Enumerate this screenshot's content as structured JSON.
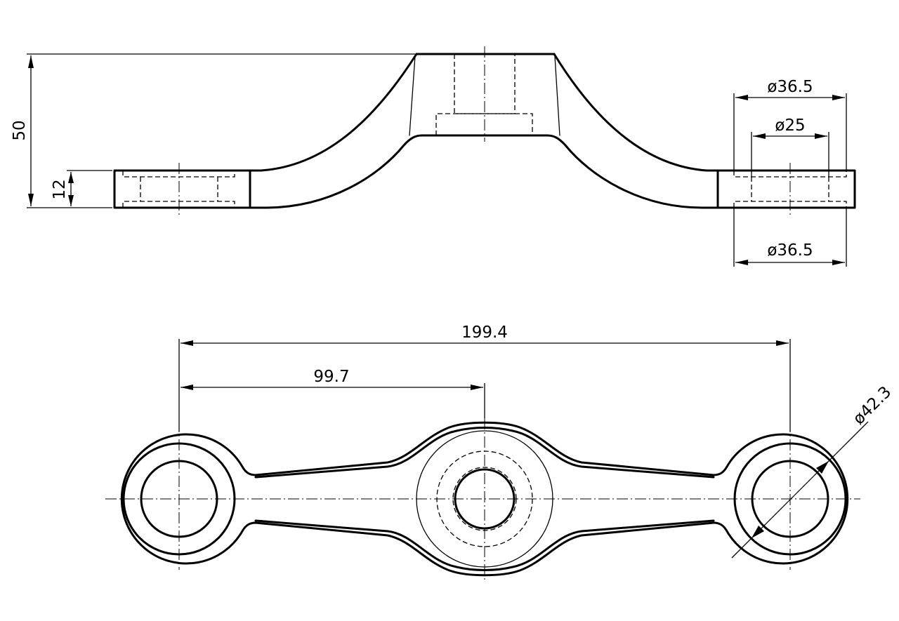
{
  "dimensions": {
    "height_total": "50",
    "height_flange": "12",
    "dia_outer_top": "ø36.5",
    "dia_bore": "ø25",
    "dia_outer_bottom": "ø36.5",
    "span_total": "199.4",
    "span_half": "99.7",
    "dia_eye": "ø42.3"
  }
}
